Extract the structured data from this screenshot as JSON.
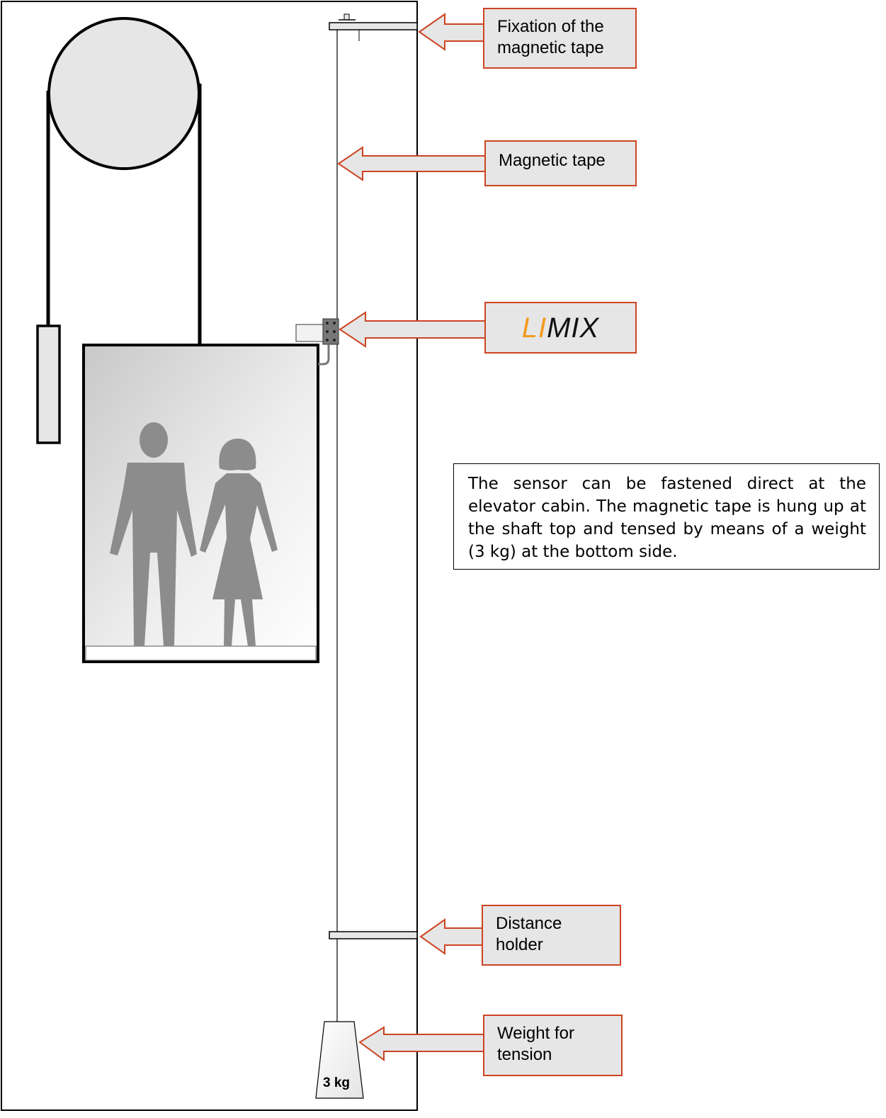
{
  "callouts": {
    "fixation": {
      "line1": "Fixation of the",
      "line2": "magnetic tape"
    },
    "magnetic_tape": {
      "line1": "Magnetic tape"
    },
    "limix": {
      "prefix": "LI",
      "suffix": "MIX"
    },
    "distance_holder": {
      "line1": "Distance",
      "line2": "holder"
    },
    "weight": {
      "line1": "Weight for",
      "line2": "tension"
    }
  },
  "note": "The sensor can be fastened direct at the elevator cabin. The magnetic tape is hung up at the shaft top and tensed by means of a weight (3 kg) at the bottom side.",
  "weight_label": "3 kg",
  "colors": {
    "callout_border": "#cc4422",
    "callout_fill": "#e6e6e6",
    "limix_orange": "#f39a1e",
    "silhouette": "#8c8c8c"
  }
}
